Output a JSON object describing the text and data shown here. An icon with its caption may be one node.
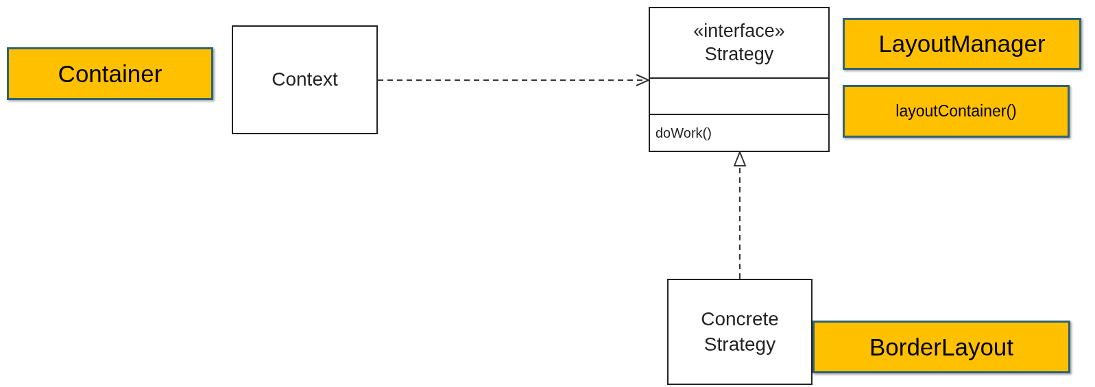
{
  "diagram": {
    "nodes": [
      {
        "text": [
          "Container"
        ]
      },
      {
        "text": [
          "Context"
        ]
      },
      {
        "text": [
          "«interface»",
          "Strategy",
          "doWork()"
        ]
      },
      {
        "text": [
          "LayoutManager"
        ]
      },
      {
        "text": [
          "layoutContainer()"
        ]
      },
      {
        "text": [
          "Concrete Strategy"
        ]
      },
      {
        "text": [
          "BorderLayout"
        ]
      }
    ],
    "edges": [
      {
        "from": 1,
        "to": 2,
        "arrow": "to",
        "style": "dashed"
      },
      {
        "from": 5,
        "to": 2,
        "arrow": "to",
        "style": "dashed"
      }
    ]
  }
}
